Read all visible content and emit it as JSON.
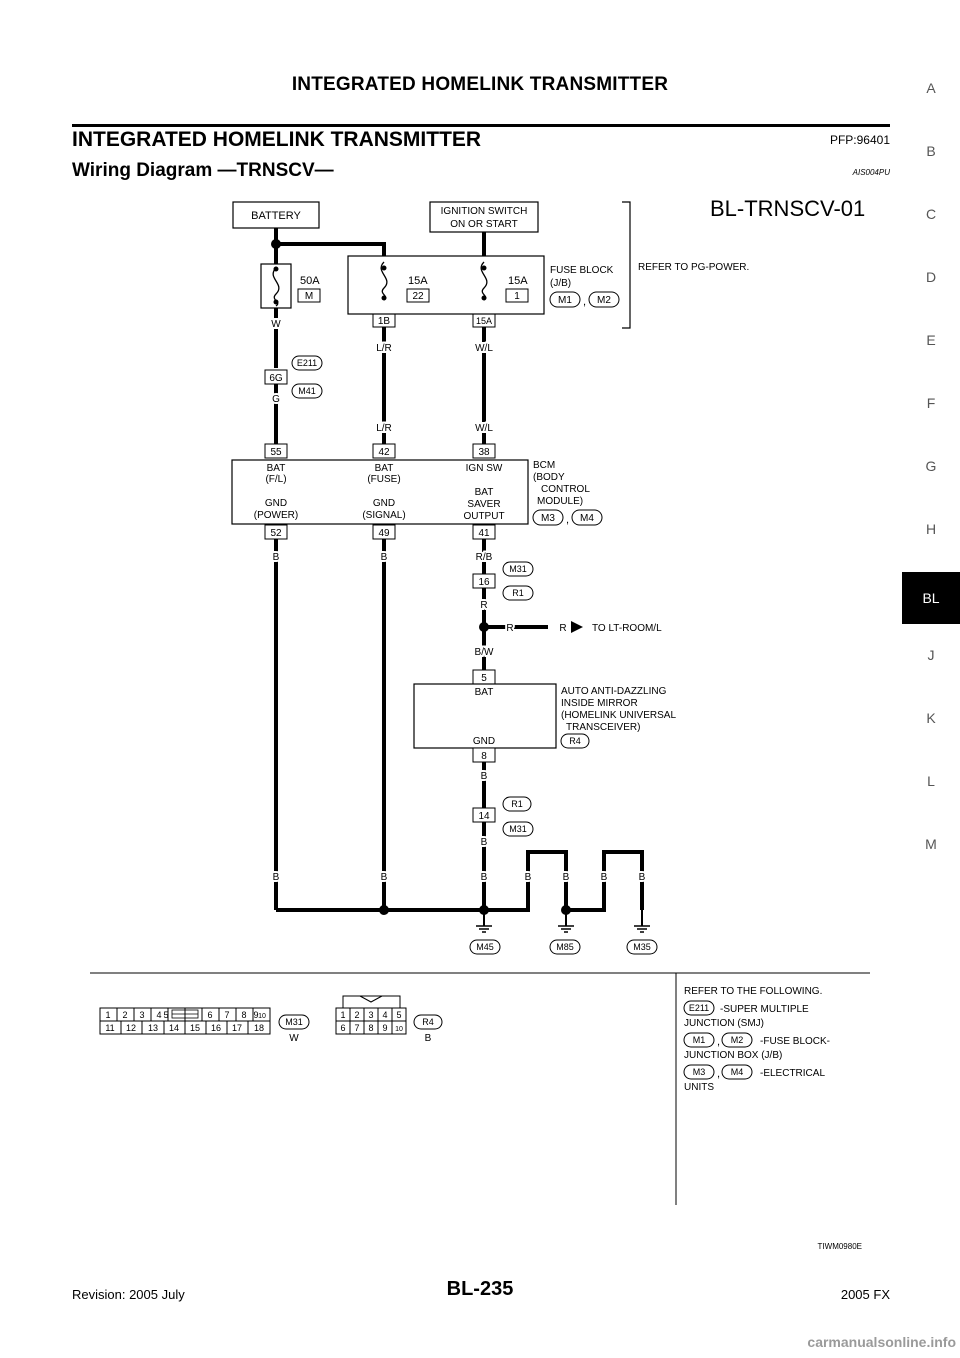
{
  "header": {
    "title": "INTEGRATED HOMELINK TRANSMITTER"
  },
  "section": {
    "title": "INTEGRATED HOMELINK TRANSMITTER",
    "pfp": "PFP:96401"
  },
  "subsection": {
    "title": "Wiring Diagram —TRNSCV—",
    "code": "AIS004PU"
  },
  "side_tabs": [
    "A",
    "B",
    "C",
    "D",
    "E",
    "F",
    "G",
    "H",
    "BL",
    "J",
    "K",
    "L",
    "M"
  ],
  "side_active": "BL",
  "diagram": {
    "id": "BL-TRNSCV-01",
    "battery": "BATTERY",
    "ignition": [
      "IGNITION SWITCH",
      "ON OR START"
    ],
    "fuses": [
      {
        "amp": "50A",
        "code": "M"
      },
      {
        "amp": "15A",
        "code": "22"
      },
      {
        "amp": "15A",
        "code": "1"
      }
    ],
    "fuse_block": [
      "FUSE BLOCK",
      "(J/B)"
    ],
    "fuse_block_conns": [
      "M1",
      "M2"
    ],
    "refer_pg": "REFER TO PG-POWER.",
    "fb_pins": [
      "1B",
      "15A"
    ],
    "wires": {
      "w": "W",
      "lr": "L/R",
      "wl": "W/L",
      "g": "G",
      "b": "B",
      "rb": "R/B",
      "r": "R",
      "bw": "B/W"
    },
    "e211": "E211",
    "m41": "M41",
    "pin_6g": "6G",
    "bcm_pins_top": [
      "55",
      "42",
      "38"
    ],
    "bcm_pins_bottom": [
      "52",
      "49",
      "41"
    ],
    "bcm_labels": [
      [
        "BAT",
        "(F/L)"
      ],
      [
        "BAT",
        "(FUSE)"
      ],
      [
        "IGN SW"
      ],
      [
        "GND",
        "(POWER)"
      ],
      [
        "GND",
        "(SIGNAL)"
      ],
      [
        "BAT",
        "SAVER",
        "OUTPUT"
      ]
    ],
    "bcm_name": [
      "BCM",
      "(BODY",
      "CONTROL",
      "MODULE)"
    ],
    "bcm_conns": [
      "M3",
      "M4"
    ],
    "jc_m31": "M31",
    "jc_r1": "R1",
    "pin_16": "16",
    "pin_14": "14",
    "to_lt": "TO LT-ROOM/L",
    "mirror_pins": [
      "5",
      "8"
    ],
    "mirror_bat": "BAT",
    "mirror_gnd": "GND",
    "mirror_name": [
      "AUTO ANTI-DAZZLING",
      "INSIDE MIRROR",
      "(HOMELINK UNIVERSAL",
      "TRANSCEIVER)"
    ],
    "mirror_conn": "R4",
    "grounds": [
      "M45",
      "M85",
      "M35"
    ],
    "sep": ","
  },
  "connectors": {
    "m31_top": [
      "1",
      "2",
      "3",
      "4",
      "5",
      "6",
      "7",
      "8",
      "9",
      "10"
    ],
    "m31_bottom": [
      "11",
      "12",
      "13",
      "14",
      "15",
      "16",
      "17",
      "18"
    ],
    "m31_name": "M31",
    "m31_color": "W",
    "r4_top": [
      "1",
      "2",
      "3",
      "4",
      "5"
    ],
    "r4_bottom": [
      "6",
      "7",
      "8",
      "9",
      "10"
    ],
    "r4_name": "R4",
    "r4_color": "B"
  },
  "refer_list": {
    "title": "REFER TO THE FOLLOWING.",
    "e211": "E211",
    "e211_desc": [
      "-SUPER MULTIPLE",
      "JUNCTION (SMJ)"
    ],
    "m1": "M1",
    "m2": "M2",
    "m12_desc": [
      "-FUSE BLOCK-",
      "JUNCTION BOX (J/B)"
    ],
    "m3": "M3",
    "m4": "M4",
    "m34_desc": [
      "-ELECTRICAL",
      "UNITS"
    ]
  },
  "figure_code": "TIWM0980E",
  "footer": {
    "page": "BL-235",
    "revision": "Revision: 2005 July",
    "model": "2005 FX"
  },
  "watermark": "carmanualsonline.info"
}
